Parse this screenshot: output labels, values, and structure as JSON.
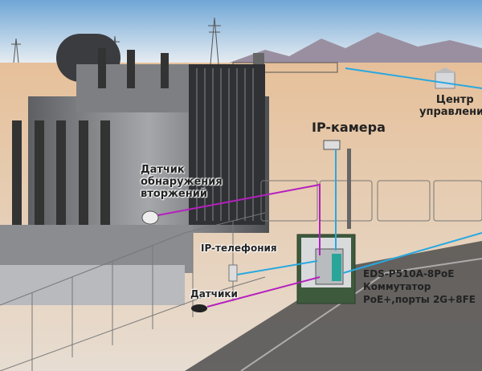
{
  "labels": {
    "control_center": [
      "Центр",
      "управления"
    ],
    "ip_camera": "IP-камера",
    "intrusion_sensor": [
      "Датчик",
      "обнаружения",
      "вторжений"
    ],
    "ip_phone": "IP-телефония",
    "sensors": "Датчики",
    "switch": [
      "EDS-P510A-8PoE",
      "Коммутатор",
      "PoE+,порты 2G+8FE"
    ]
  },
  "colors": {
    "ethernet_line": "#29a8e0",
    "sensor_line": "#b51fbf",
    "cabinet": "#3d5a3c"
  }
}
